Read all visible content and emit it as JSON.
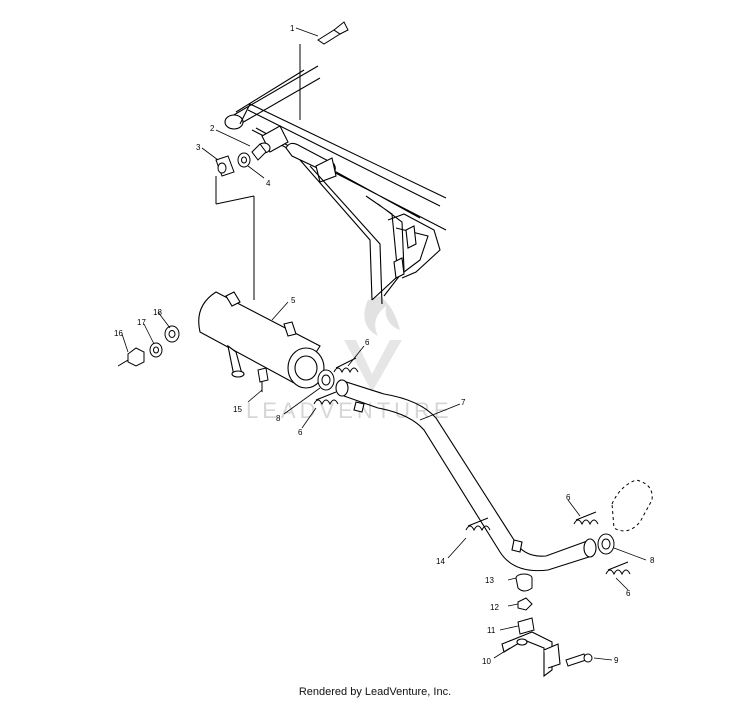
{
  "watermark": {
    "text": "LEADVENTURE"
  },
  "footer": {
    "credit": "Rendered by LeadVenture, Inc."
  },
  "parts": {
    "p1": "1",
    "p2": "2",
    "p3": "3",
    "p4": "4",
    "p5": "5",
    "p6a": "6",
    "p6b": "6",
    "p6c": "6",
    "p6d": "6",
    "p7": "7",
    "p8a": "8",
    "p8b": "8",
    "p9": "9",
    "p10": "10",
    "p11": "11",
    "p12": "12",
    "p13": "13",
    "p14": "14",
    "p15": "15",
    "p16": "16",
    "p17": "17",
    "p18": "18"
  }
}
